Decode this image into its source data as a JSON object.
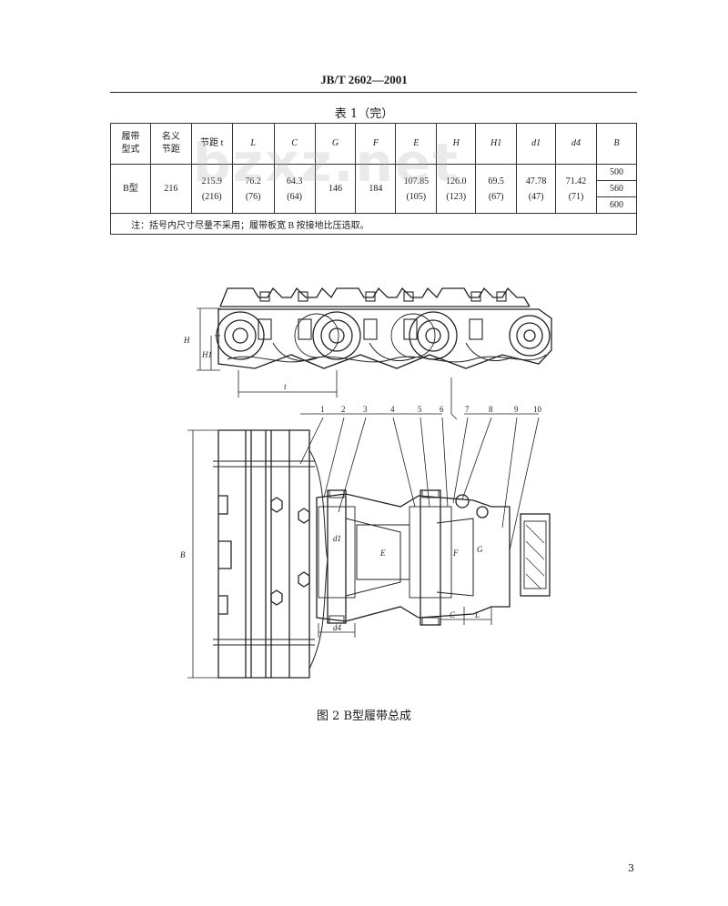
{
  "header": {
    "title": "JB/T  2602—2001"
  },
  "table": {
    "caption": "表 1（完）",
    "headers": [
      "履带\n型式",
      "名义\n节距",
      "节距 t",
      "L",
      "C",
      "G",
      "F",
      "E",
      "H",
      "H1",
      "d1",
      "d4",
      "B"
    ],
    "row": {
      "type": "B型",
      "nominal": "216",
      "pitch": "215.9\n(216)",
      "L": "76.2\n(76)",
      "C": "64.3\n(64)",
      "G": "146",
      "F": "184",
      "E": "107.85\n(105)",
      "H": "126.0\n(123)",
      "H1": "69.5\n(67)",
      "d1": "47.78\n(47)",
      "d4": "71.42\n(71)",
      "B": [
        "500",
        "560",
        "600"
      ]
    },
    "note": "注：括号内尺寸尽量不采用；履带板宽 B 按接地比压选取。"
  },
  "watermark": "bzxz.net",
  "figure": {
    "caption": "图 2   B型履带总成",
    "callouts": [
      "1",
      "2",
      "3",
      "4",
      "5",
      "6",
      "7",
      "8",
      "9",
      "10"
    ],
    "dim_labels": {
      "H": "H",
      "H1": "H1",
      "t": "t",
      "B": "B",
      "d1": "d1",
      "d4": "d4",
      "E": "E",
      "F": "F",
      "G": "G",
      "C": "C",
      "L": "L"
    }
  },
  "page_number": "3"
}
